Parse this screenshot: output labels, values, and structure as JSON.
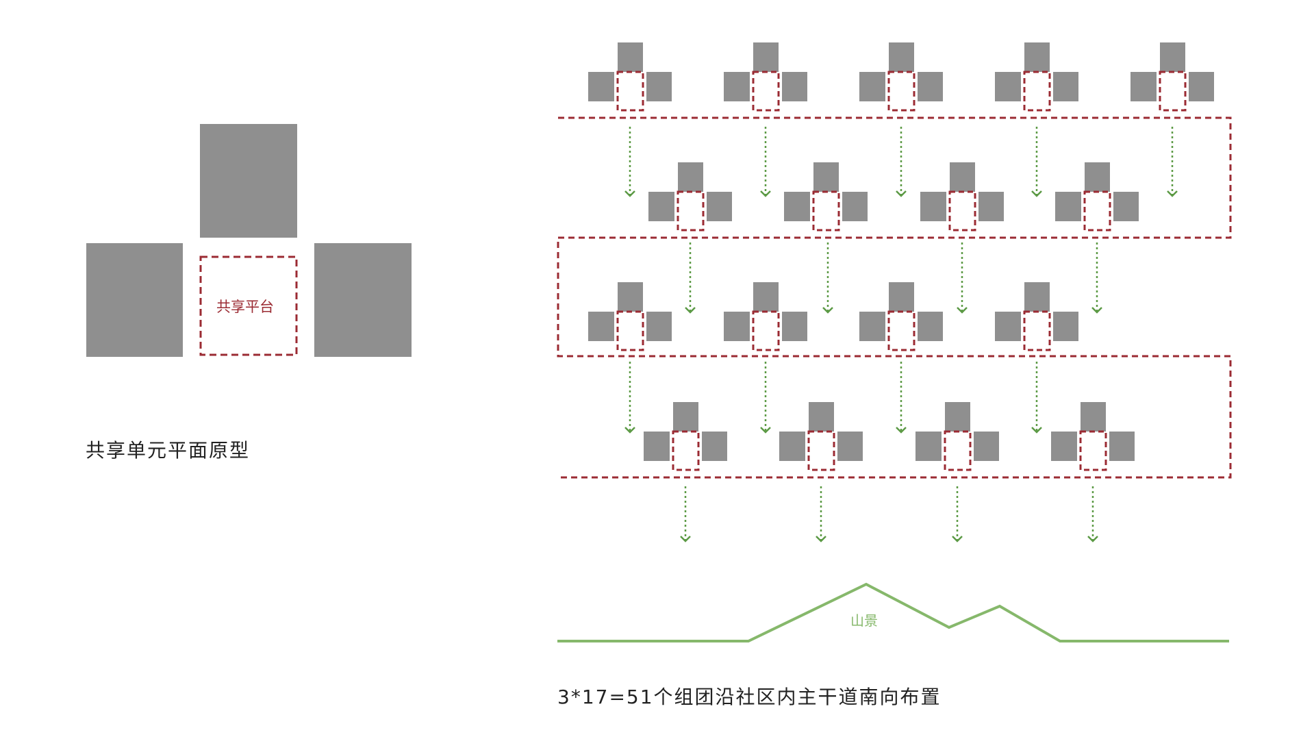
{
  "colors": {
    "block": "#8f8f8f",
    "platform": "#9b2b33",
    "arrow": "#5c9a45",
    "mountain": "#86b86b",
    "caption": "#222222"
  },
  "prototype": {
    "platform_label": "共享平台",
    "caption": "共享单元平面原型"
  },
  "layout_diagram": {
    "mountain_label": "山景",
    "caption": "3*17=51个组团沿社区内主干道南向布置",
    "rows": [
      {
        "cluster_count": 5
      },
      {
        "cluster_count": 4
      },
      {
        "cluster_count": 4
      },
      {
        "cluster_count": 4
      }
    ]
  }
}
